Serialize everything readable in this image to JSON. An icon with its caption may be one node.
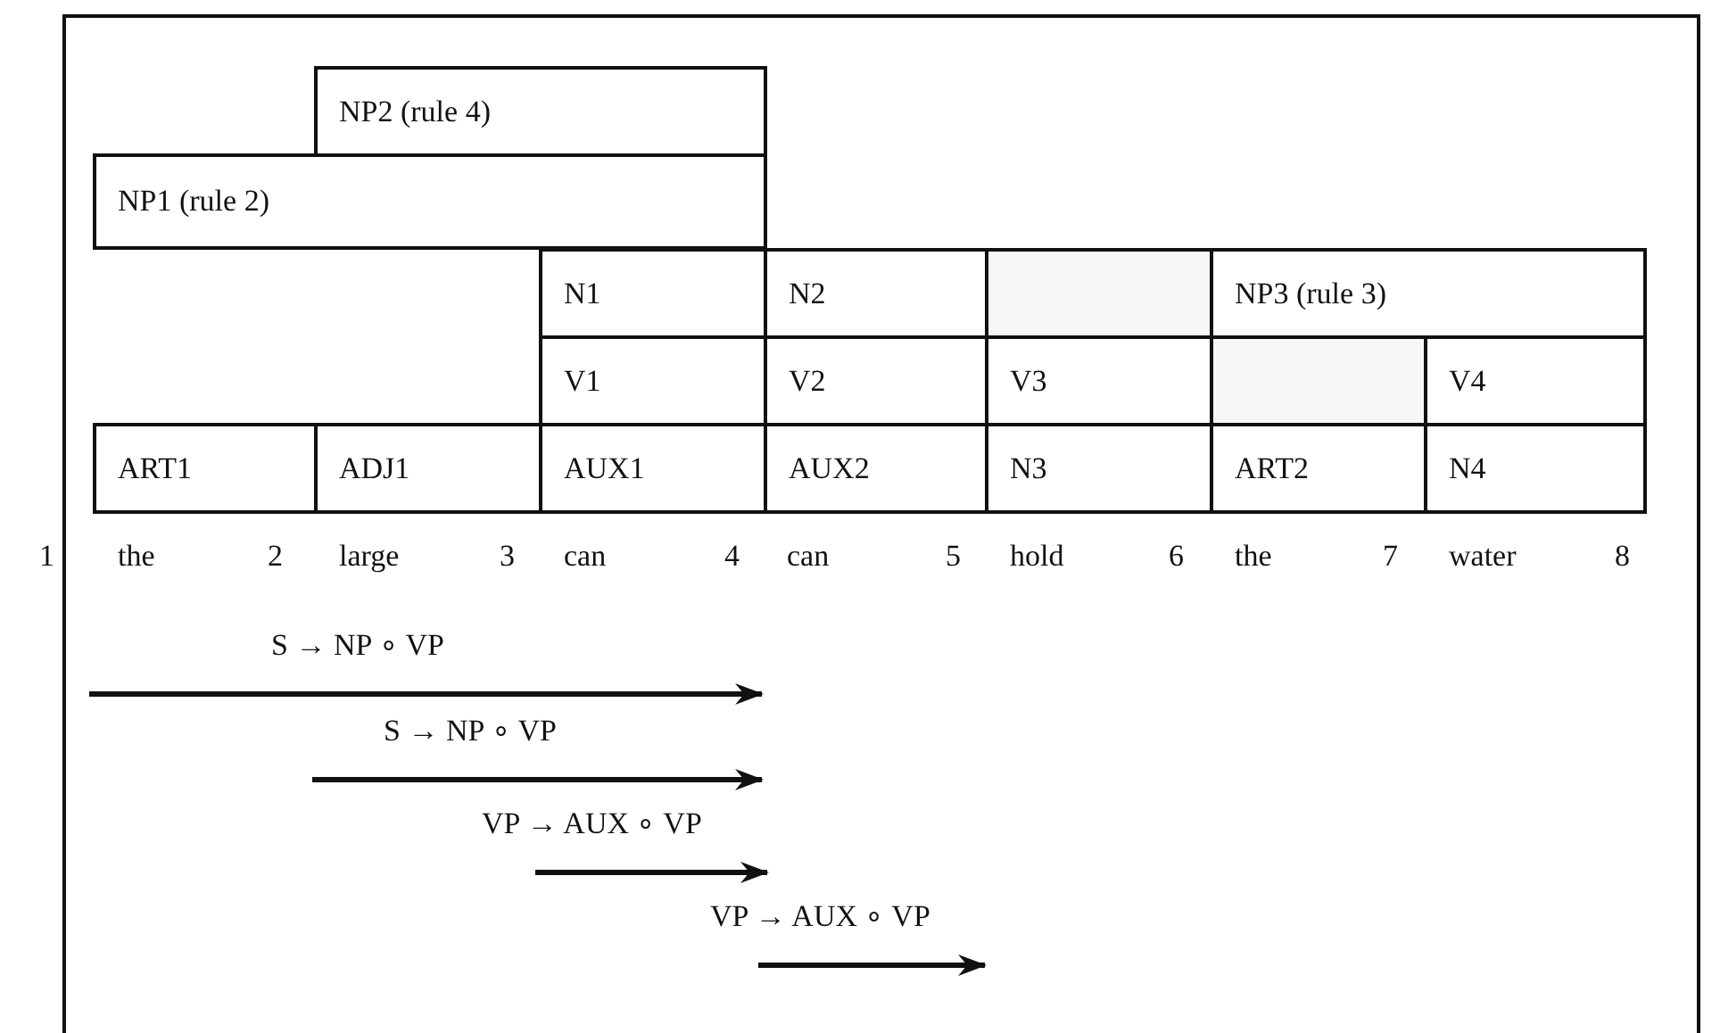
{
  "diagram": {
    "nodes": [
      {
        "text": [
          "NP2 (rule 4)"
        ]
      },
      {
        "text": [
          "NP1 (rule 2)"
        ]
      },
      {
        "text": [
          "N1"
        ]
      },
      {
        "text": [
          "N2"
        ]
      },
      {
        "text": [],
        "shape": "box"
      },
      {
        "text": [
          "NP3 (rule 3)"
        ]
      },
      {
        "text": [
          "V1"
        ]
      },
      {
        "text": [
          "V2"
        ]
      },
      {
        "text": [
          "V3"
        ]
      },
      {
        "text": [],
        "shape": "box"
      },
      {
        "text": [
          "V4"
        ]
      },
      {
        "text": [
          "ART1"
        ]
      },
      {
        "text": [
          "ADJ1"
        ]
      },
      {
        "text": [
          "AUX1"
        ]
      },
      {
        "text": [
          "AUX2"
        ]
      },
      {
        "text": [
          "N3"
        ]
      },
      {
        "text": [
          "ART2"
        ]
      },
      {
        "text": [
          "N4"
        ]
      }
    ],
    "labels": [
      "1",
      "the",
      "2",
      "large",
      "3",
      "can",
      "4",
      "can",
      "5",
      "hold",
      "6",
      "the",
      "7",
      "water",
      "8",
      "S → NP ∘ VP",
      "S → NP ∘ VP",
      "VP → AUX ∘ VP",
      "VP → AUX ∘ VP"
    ]
  }
}
